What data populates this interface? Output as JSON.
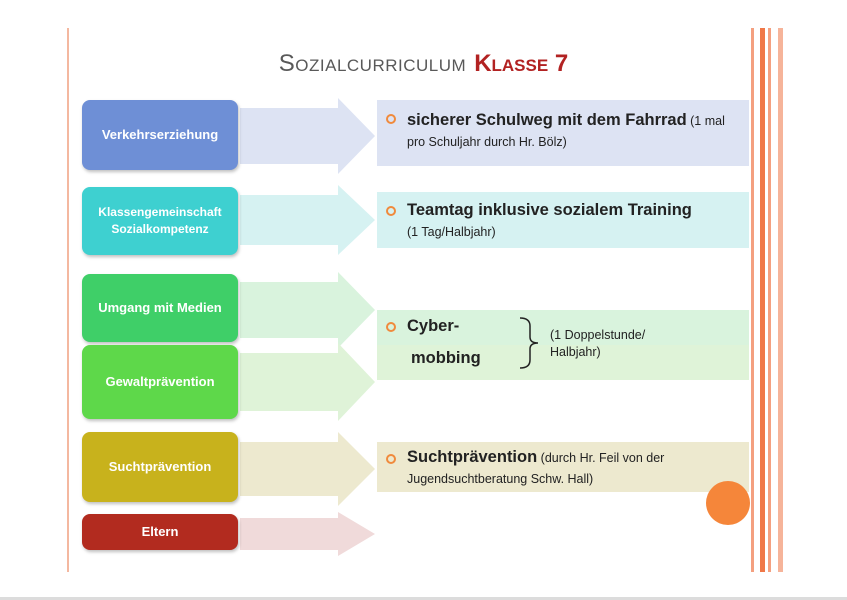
{
  "title": {
    "part1": "Sozialcurriculum",
    "part2": "Klasse 7"
  },
  "colors": {
    "verkehr": "#6e8fd6",
    "klasse": "#3ed0d0",
    "medien": "#3fcf68",
    "gewalt": "#5ed84a",
    "sucht": "#c8b21c",
    "eltern": "#b22b1f",
    "accent": "#f08a3c"
  },
  "topics": [
    {
      "label": "Verkehrserziehung"
    },
    {
      "line1": "Klassengemeinschaft",
      "line2": "Sozialkompetenz"
    },
    {
      "label": "Umgang mit Medien"
    },
    {
      "label": "Gewaltprävention"
    },
    {
      "label": "Suchtprävention"
    },
    {
      "label": "Eltern"
    }
  ],
  "panels": {
    "schulweg": {
      "bold": "sicherer Schulweg mit dem Fahrrad",
      "normal": " (1 mal pro Schuljahr durch Hr. Bölz)"
    },
    "teamtag": {
      "bold": "Teamtag inklusive sozialem Training",
      "normal": "(1 Tag/Halbjahr)"
    },
    "cyber": {
      "bold1": "Cyber-",
      "bold2": "mobbing",
      "note1": "(1 Doppelstunde/",
      "note2": "Halbjahr)"
    },
    "sucht": {
      "bold": "Suchtprävention",
      "normal": " (durch Hr. Feil von der Jugendsuchtberatung Schw. Hall)"
    }
  }
}
